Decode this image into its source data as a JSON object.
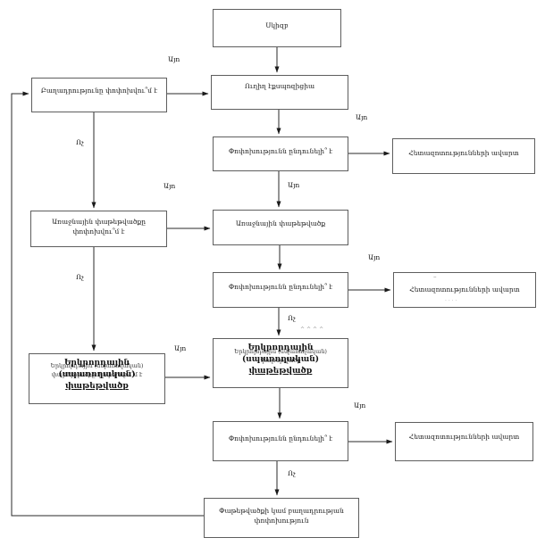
{
  "flowchart": {
    "boxes": {
      "start": "Սկիզբ",
      "direct_exposure": "Ուղիղ էքսպոզիցիա",
      "composition_change_q": "Բաղադրությունը փոփոխվու՞մ է",
      "change_acceptable_q": "Փոփոխությունն ընդունելի՞ է",
      "end_of_studies": "Հետազոտությունների ավարտ",
      "primary_packaging_change_q": "Առաջնային փաթեթվածքը փոփոխվու՞մ է",
      "primary_packaging": "Առաջնային փաթեթվածք",
      "secondary_packaging_q": {
        "line_top": "Երկրորդային (սպառողական)",
        "line_bottom": "փաթեթվածք",
        "overlay": "Երկրորդային (սպառողական) փաթեթվածքը փոփոխվու՞մ է"
      },
      "secondary_packaging": {
        "line_top": "Երկրորդային (սպառողական)",
        "line_bottom": "փաթեթվածք",
        "overlay": "Երկրորդային (սպառողական) փաթեթվածք"
      },
      "packaging_or_composition_change": "Փաթեթվածքի կամ բաղադրության փոփոխություն"
    },
    "labels": {
      "yes": "Այո",
      "no": "Ոչ"
    },
    "artifacts": {
      "carets": "^^^^",
      "dash": "–",
      "dots": "· · · ·"
    }
  }
}
